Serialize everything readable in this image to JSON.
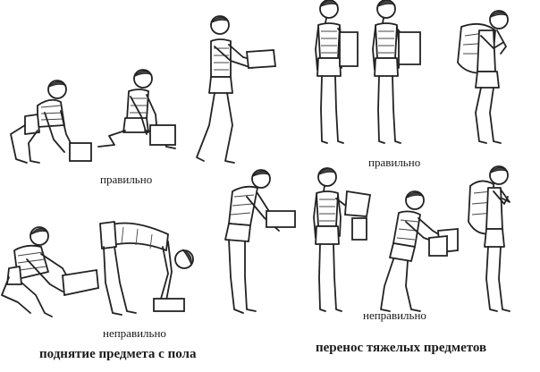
{
  "labels": {
    "correct_lift": "правильно",
    "incorrect_lift": "неправильно",
    "correct_carry": "правильно",
    "incorrect_carry": "неправильно"
  },
  "captions": {
    "lifting": "поднятие предмета с пола",
    "carrying": "перенос тяжелых предметов"
  }
}
